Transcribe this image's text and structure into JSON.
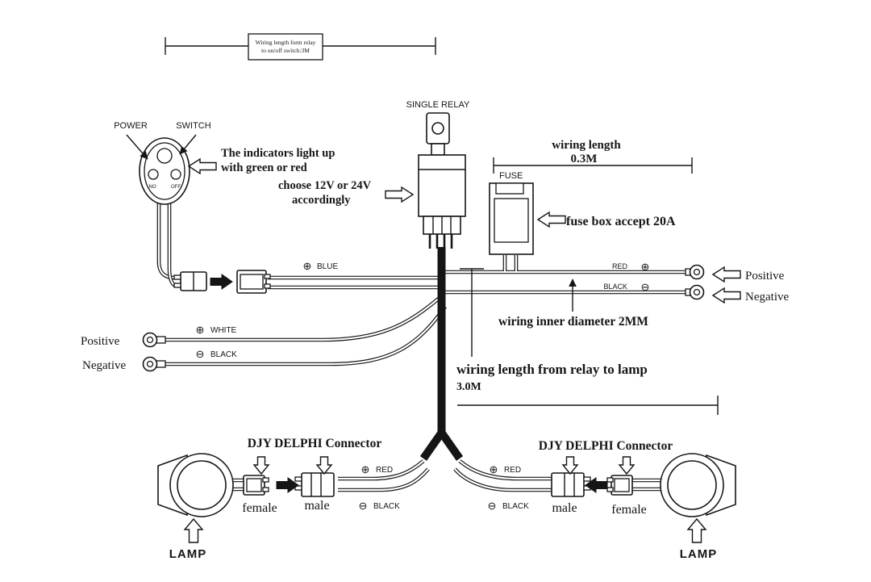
{
  "top_dimension": {
    "label_line1": "Wiring length form relay",
    "label_line2": "to on/off switch:3M"
  },
  "switch_assembly": {
    "power_label": "POWER",
    "switch_label": "SWITCH",
    "no_label": "NO",
    "off_label": "OFF",
    "note_line1": "The indicators light up",
    "note_line2": "with green or red"
  },
  "relay": {
    "label": "SINGLE RELAY",
    "note_line1": "choose  12V or 24V",
    "note_line2": "accordingly"
  },
  "dimension_03m": {
    "label": "wiring length",
    "value": "0.3M"
  },
  "fuse": {
    "label": "FUSE",
    "note": "fuse box accept 20A"
  },
  "right_harness": {
    "red": {
      "symbol": "⊕",
      "label": "RED"
    },
    "black": {
      "symbol": "⊖",
      "label": "BLACK"
    },
    "positive": "Positive",
    "negative": "Negative",
    "inner_diameter_note": "wiring inner diameter 2MM"
  },
  "left_harness": {
    "blue": {
      "symbol": "⊕",
      "label": "BLUE"
    },
    "white": {
      "symbol": "⊕",
      "label": "WHITE"
    },
    "black": {
      "symbol": "⊖",
      "label": "BLACK"
    },
    "positive": "Positive",
    "negative": "Negative"
  },
  "dimension_3m": {
    "label": "wiring length from relay to lamp",
    "value": "3.0M"
  },
  "lamps": {
    "left": {
      "connector_title": "DJY DELPHI Connector",
      "female_label": "female",
      "male_label": "male",
      "red": {
        "symbol": "⊕",
        "label": "RED"
      },
      "black": {
        "symbol": "⊖",
        "label": "BLACK"
      },
      "lamp_label": "LAMP"
    },
    "right": {
      "connector_title": "DJY DELPHI Connector",
      "female_label": "female",
      "male_label": "male",
      "red": {
        "symbol": "⊕",
        "label": "RED"
      },
      "black": {
        "symbol": "⊖",
        "label": "BLACK"
      },
      "lamp_label": "LAMP"
    }
  },
  "colors": {
    "ink": "#151515",
    "background": "#ffffff"
  }
}
